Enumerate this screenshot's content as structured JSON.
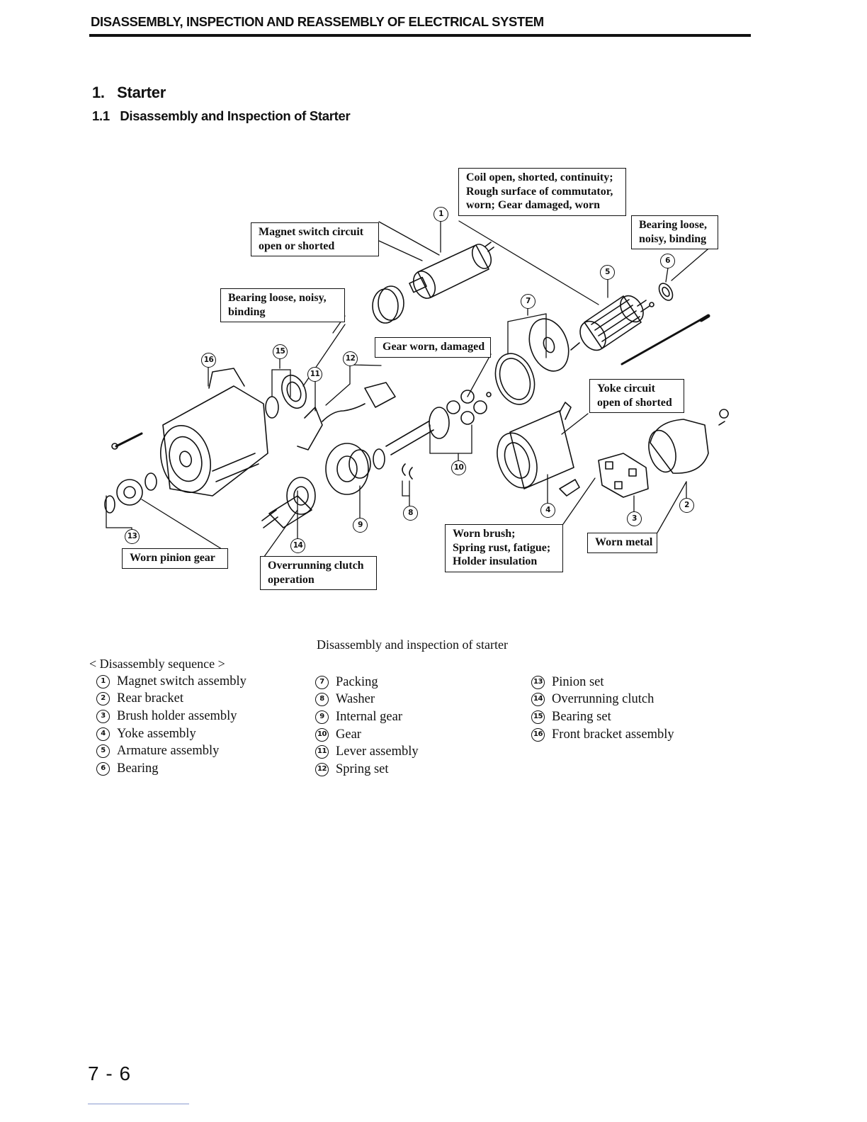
{
  "header": {
    "title": "DISASSEMBLY, INSPECTION AND REASSEMBLY OF ELECTRICAL SYSTEM"
  },
  "section": {
    "title": "1.   Starter",
    "subtitle": "1.1   Disassembly and Inspection of Starter"
  },
  "figure": {
    "caption": "Disassembly and inspection of starter",
    "callouts": {
      "coil": [
        "Coil open, shorted, continuity;",
        "Rough surface of commutator,",
        "worn; Gear damaged, worn"
      ],
      "bearing_right": [
        "Bearing loose,",
        "noisy, binding"
      ],
      "magnet": [
        "Magnet switch circuit",
        "open or shorted"
      ],
      "bearing_left": [
        "Bearing loose, noisy,",
        "binding"
      ],
      "gear": [
        "Gear worn, damaged"
      ],
      "yoke": [
        "Yoke circuit",
        "open of shorted"
      ],
      "pinion": [
        "Worn pinion gear"
      ],
      "clutch": [
        "Overrunning clutch",
        "operation"
      ],
      "brush": [
        "Worn brush;",
        "Spring rust, fatigue;",
        "Holder insulation"
      ],
      "metal": [
        "Worn metal"
      ]
    },
    "markers": {
      "m1": "1",
      "m2": "2",
      "m3": "3",
      "m4": "4",
      "m5": "5",
      "m6": "6",
      "m7": "7",
      "m8": "8",
      "m9": "9",
      "m10": "10",
      "m11": "11",
      "m12": "12",
      "m13": "13",
      "m14": "14",
      "m15": "15",
      "m16": "16"
    }
  },
  "sequence": {
    "header": "< Disassembly sequence >",
    "columns": [
      [
        {
          "num": "1",
          "label": "Magnet switch assembly"
        },
        {
          "num": "2",
          "label": "Rear bracket"
        },
        {
          "num": "3",
          "label": "Brush holder assembly"
        },
        {
          "num": "4",
          "label": "Yoke assembly"
        },
        {
          "num": "5",
          "label": "Armature assembly"
        },
        {
          "num": "6",
          "label": "Bearing"
        }
      ],
      [
        {
          "num": "7",
          "label": "Packing"
        },
        {
          "num": "8",
          "label": "Washer"
        },
        {
          "num": "9",
          "label": "Internal gear"
        },
        {
          "num": "10",
          "label": "Gear"
        },
        {
          "num": "11",
          "label": "Lever assembly"
        },
        {
          "num": "12",
          "label": "Spring set"
        }
      ],
      [
        {
          "num": "13",
          "label": "Pinion set"
        },
        {
          "num": "14",
          "label": "Overrunning clutch"
        },
        {
          "num": "15",
          "label": "Bearing set"
        },
        {
          "num": "16",
          "label": "Front bracket assembly"
        }
      ]
    ]
  },
  "footer": {
    "page_number": "7 - 6"
  }
}
